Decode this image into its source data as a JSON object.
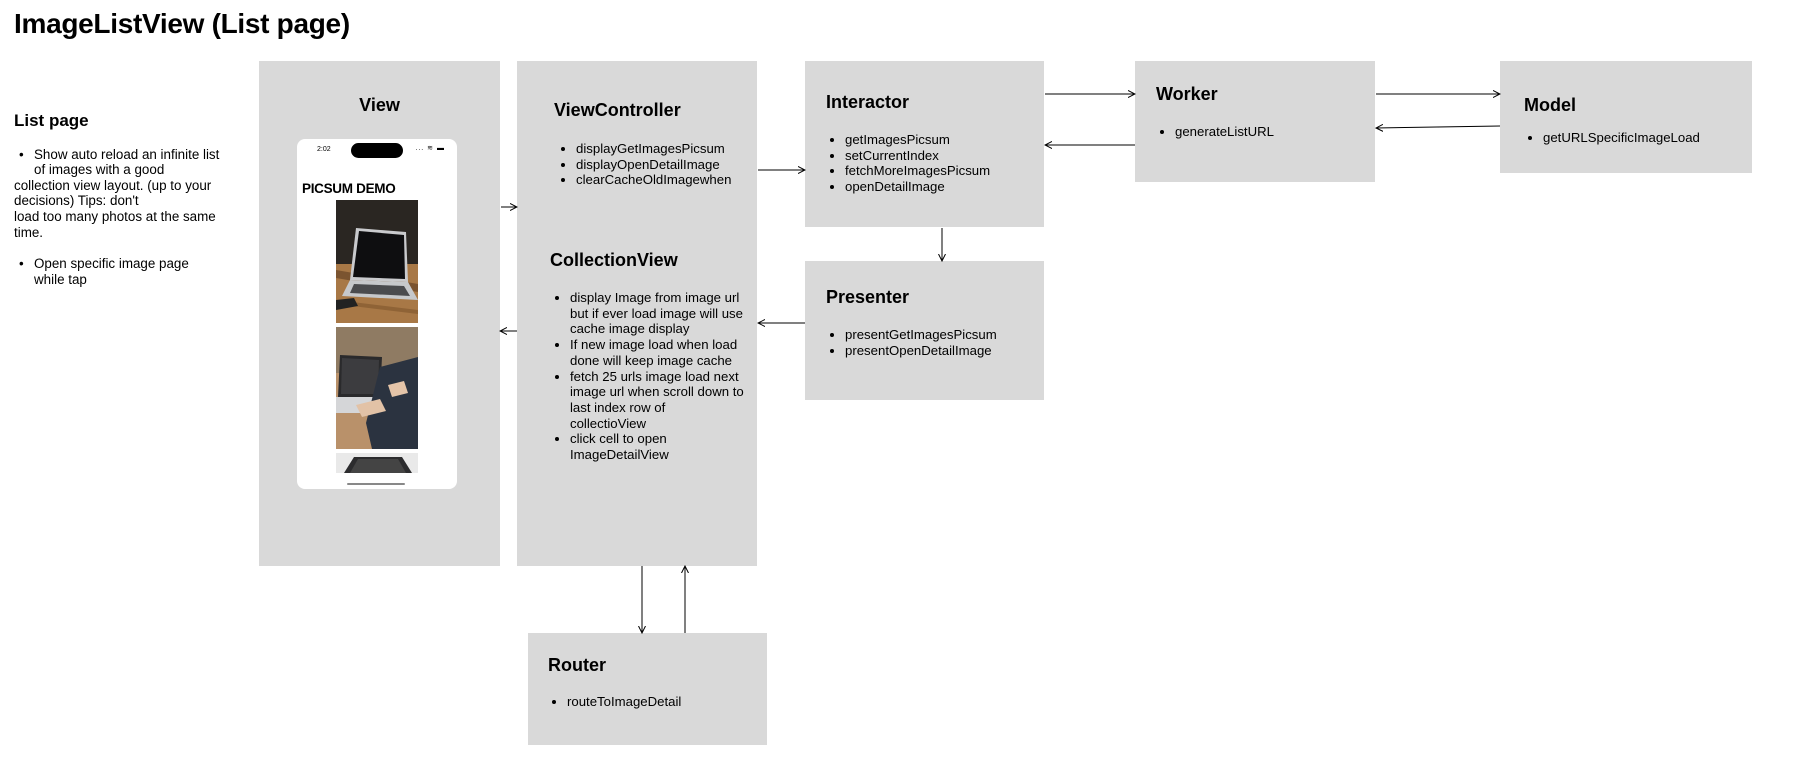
{
  "title": "ImageListView (List page)",
  "notes": {
    "heading": "List page",
    "items": [
      [
        "Show auto reload an infinite list",
        "of images with a good",
        "collection view layout. (up to your",
        "decisions) Tips: don't",
        "load too many photos at the same",
        "time."
      ],
      [
        "Open specific image page",
        "while tap"
      ]
    ]
  },
  "view": {
    "title": "View",
    "phone": {
      "time": "2:02",
      "status_icons": "... ≋ ▬",
      "app_title": "PICSUM DEMO"
    }
  },
  "view_controller": {
    "title": "ViewController",
    "items": [
      "displayGetImagesPicsum",
      "displayOpenDetailImage",
      "clearCacheOldImagewhen"
    ]
  },
  "collection_view": {
    "title": "CollectionView",
    "items": [
      "display Image from image url but if ever load image will use cache image display",
      "If new image load when load done will keep image cache",
      "fetch 25 urls image load next image url when scroll down to last index row of collectioView",
      "click cell to open ImageDetailView"
    ]
  },
  "interactor": {
    "title": "Interactor",
    "items": [
      "getImagesPicsum",
      "setCurrentIndex",
      "fetchMoreImagesPicsum",
      "openDetailImage"
    ]
  },
  "presenter": {
    "title": "Presenter",
    "items": [
      "presentGetImagesPicsum",
      "presentOpenDetailImage"
    ]
  },
  "worker": {
    "title": "Worker",
    "items": [
      "generateListURL"
    ]
  },
  "model": {
    "title": "Model",
    "items": [
      "getURLSpecificImageLoad"
    ]
  },
  "router": {
    "title": "Router",
    "items": [
      "routeToImageDetail"
    ]
  }
}
